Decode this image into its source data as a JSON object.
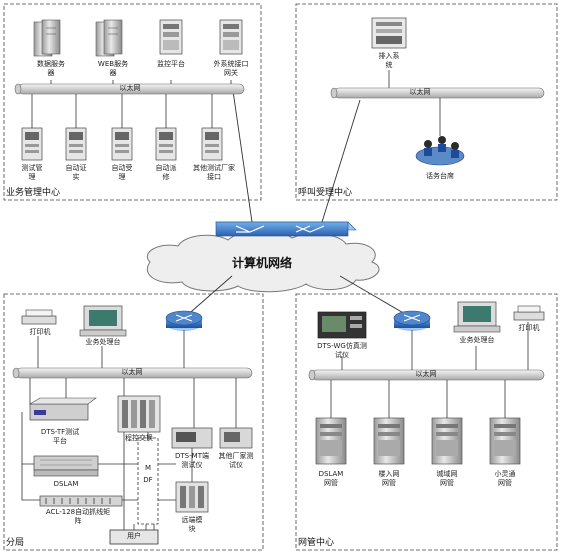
{
  "regions": {
    "business": "业务管理中心",
    "call": "呼叫受理中心",
    "branch": "分局",
    "nms": "网管中心"
  },
  "network": "计算机网络",
  "ethernet": "以太网",
  "business_top": [
    "数据服务器",
    "WEB服务器",
    "监控平台",
    "外系统接口网关"
  ],
  "business_bottom": [
    "测试管理",
    "自动证实",
    "自动受理",
    "自动派修",
    "其他测试厂家接口"
  ],
  "call_center": {
    "access": "排入系统",
    "agents": "话务台席"
  },
  "branch_labels": {
    "printer": "打印机",
    "console": "业务处理台",
    "dts_tf": "DTS-TF测试平台",
    "dslam": "DSLAM",
    "acl": "ACL-128自动抓线矩阵",
    "switch": "程控交换",
    "dts_mt": "DTS-MT端测试仪",
    "other_tester": "其他厂家测试仪",
    "mdf": "MDF",
    "user": "用户",
    "remote": "远端模块"
  },
  "nms_labels": {
    "dts_wg": "DTS-WG仿真测试仪",
    "console": "业务处理台",
    "printer": "打印机",
    "servers": [
      "DSLAM网管",
      "楼入网网管",
      "城域网网管",
      "小灵通网管"
    ]
  }
}
